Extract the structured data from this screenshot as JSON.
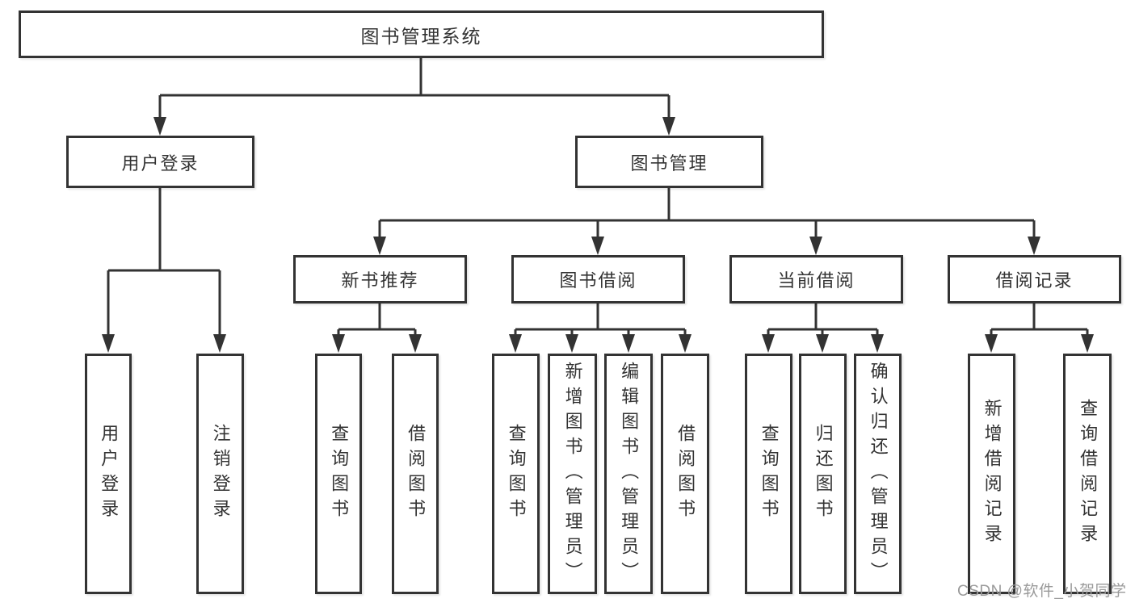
{
  "diagram_type": "hierarchy-tree",
  "tree": {
    "label": "图书管理系统",
    "children": [
      {
        "label": "用户登录",
        "children": [
          {
            "label": "用户登录"
          },
          {
            "label": "注销登录"
          }
        ]
      },
      {
        "label": "图书管理",
        "children": [
          {
            "label": "新书推荐",
            "children": [
              {
                "label": "查询图书"
              },
              {
                "label": "借阅图书"
              }
            ]
          },
          {
            "label": "图书借阅",
            "children": [
              {
                "label": "查询图书"
              },
              {
                "label": "新增图书（管理员）"
              },
              {
                "label": "编辑图书（管理员）"
              },
              {
                "label": "借阅图书"
              }
            ]
          },
          {
            "label": "当前借阅",
            "children": [
              {
                "label": "查询图书"
              },
              {
                "label": "归还图书"
              },
              {
                "label": "确认归还（管理员）"
              }
            ]
          },
          {
            "label": "借阅记录",
            "children": [
              {
                "label": "新增借阅记录"
              },
              {
                "label": "查询借阅记录"
              }
            ]
          }
        ]
      }
    ]
  },
  "watermark": {
    "text": "CSDN @软件_小贺同学"
  },
  "colors": {
    "line": "#333333",
    "box_border": "#333333",
    "box_fill": "#ffffff",
    "text": "#333333",
    "watermark": "#9a9a9a"
  }
}
